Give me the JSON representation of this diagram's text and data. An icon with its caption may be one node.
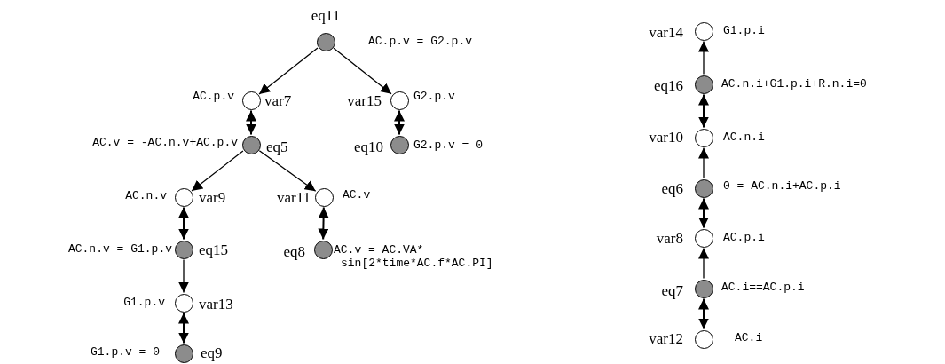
{
  "diagram": {
    "nodes": [
      {
        "text": [
          "eq11",
          "AC.p.v = G2.p.v"
        ]
      },
      {
        "text": [
          "AC.p.v",
          "var7"
        ]
      },
      {
        "text": [
          "var15",
          "G2.p.v"
        ]
      },
      {
        "text": [
          "AC.v = -AC.n.v+AC.p.v",
          "eq5"
        ]
      },
      {
        "text": [
          "eq10",
          "G2.p.v = 0"
        ]
      },
      {
        "text": [
          "AC.n.v",
          "var9"
        ]
      },
      {
        "text": [
          "var11",
          "AC.v"
        ]
      },
      {
        "text": [
          "AC.n.v = G1.p.v",
          "eq15"
        ]
      },
      {
        "text": [
          "eq8",
          "AC.v = AC.VA* sin[2*time*AC.f*AC.PI]"
        ]
      },
      {
        "text": [
          "G1.p.v",
          "var13"
        ]
      },
      {
        "text": [
          "G1.p.v = 0",
          "eq9"
        ]
      },
      {
        "text": [
          "var14",
          "G1.p.i"
        ]
      },
      {
        "text": [
          "eq16",
          "AC.n.i+G1.p.i+R.n.i=0"
        ]
      },
      {
        "text": [
          "var10",
          "AC.n.i"
        ]
      },
      {
        "text": [
          "eq6",
          "0 = AC.n.i+AC.p.i"
        ]
      },
      {
        "text": [
          "var8",
          "AC.p.i"
        ]
      },
      {
        "text": [
          "eq7",
          "AC.i==AC.p.i"
        ]
      },
      {
        "text": [
          "var12",
          "AC.i"
        ]
      }
    ],
    "edges": [
      {
        "from": 0,
        "to": 1,
        "arrow": "to"
      },
      {
        "from": 0,
        "to": 2,
        "arrow": "to"
      },
      {
        "from": 1,
        "to": 3,
        "arrow": "both"
      },
      {
        "from": 2,
        "to": 4,
        "arrow": "both"
      },
      {
        "from": 3,
        "to": 5,
        "arrow": "to"
      },
      {
        "from": 3,
        "to": 6,
        "arrow": "to"
      },
      {
        "from": 5,
        "to": 7,
        "arrow": "both"
      },
      {
        "from": 6,
        "to": 8,
        "arrow": "both"
      },
      {
        "from": 7,
        "to": 9,
        "arrow": "to"
      },
      {
        "from": 9,
        "to": 10,
        "arrow": "both"
      },
      {
        "from": 12,
        "to": 11,
        "arrow": "to"
      },
      {
        "from": 12,
        "to": 13,
        "arrow": "both"
      },
      {
        "from": 14,
        "to": 13,
        "arrow": "to"
      },
      {
        "from": 14,
        "to": 15,
        "arrow": "both"
      },
      {
        "from": 16,
        "to": 15,
        "arrow": "to"
      },
      {
        "from": 16,
        "to": 17,
        "arrow": "both"
      }
    ]
  }
}
